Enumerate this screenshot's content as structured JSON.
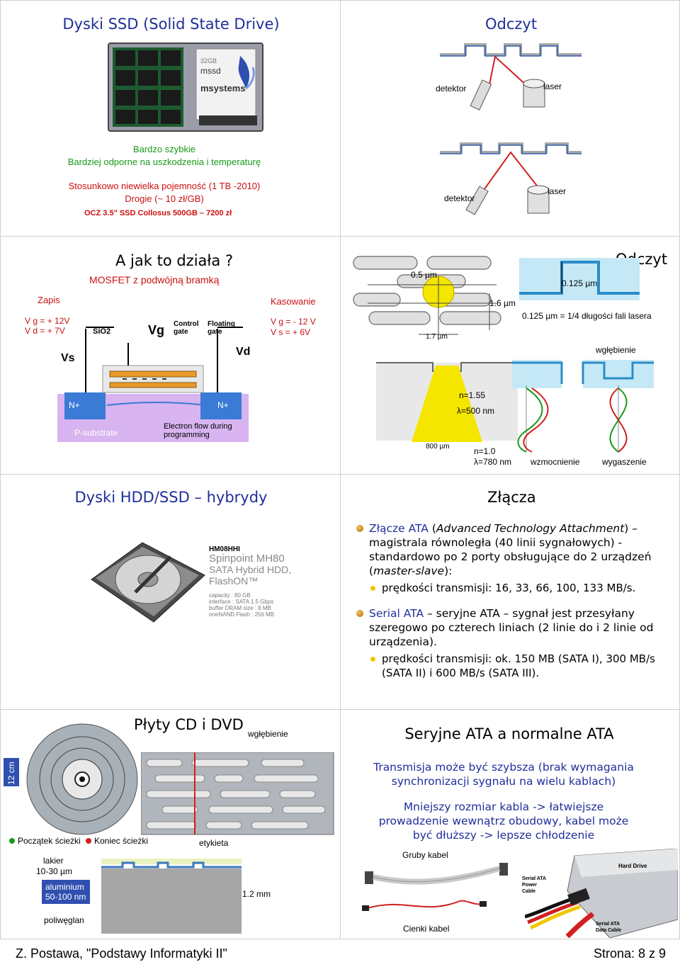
{
  "panel1": {
    "title": "Dyski SSD (Solid State Drive)",
    "disk_brand": "msystems",
    "disk_model": "mssd",
    "disk_capacity": "32GB",
    "line1": "Bardzo szybkie",
    "line2": "Bardziej odporne na uszkodzenia i temperaturę",
    "line3": "Stosunkowo niewielka pojemność (1 TB -2010)",
    "line4": "Drogie (~ 10 zł/GB)",
    "line5": "OCZ 3.5\" SSD Collosus 500GB – 7200 zł"
  },
  "panel2": {
    "title": "Odczyt",
    "detector1": "detektor",
    "laser1": "laser",
    "detector2": "detektor",
    "laser2": "laser"
  },
  "panel3": {
    "title": "A jak to działa ?",
    "subtitle": "MOSFET z podwójną bramką",
    "write_label": "Zapis",
    "write_vg": "V g = + 12V",
    "write_vd": "V d = + 7V",
    "erase_label": "Kasowanie",
    "erase_vg": "V g = - 12 V",
    "erase_vs": "V s = + 6V",
    "vs": "Vs",
    "vg": "Vg",
    "vd": "Vd",
    "sio2": "SiO2",
    "control_gate": "Control gate",
    "floating_gate": "Floating gate",
    "n1": "N+",
    "n2": "N+",
    "substrate": "P-substrate",
    "electron_flow": "Electron flow during programming"
  },
  "panel4": {
    "title": "Odczyt",
    "dim1": "0.5 µm",
    "dim2": "1.6 µm",
    "dim3": "1.7 µm",
    "dim4": "0.125 µm",
    "dim_note": "0.125 µm = 1/4 długości fali lasera",
    "pit": "wgłębienie",
    "n155": "n=1.55",
    "lambda500": "λ=500 nm",
    "width800": "800 µm",
    "n10": "n=1.0",
    "lambda780": "λ=780 nm",
    "amplify": "wzmocnienie",
    "cancel": "wygaszenie"
  },
  "panel5": {
    "title": "Dyski HDD/SSD – hybrydy",
    "model_code": "HM08HHI",
    "model_name1": "Spinpoint MH80",
    "model_name2": "SATA Hybrid HDD,",
    "model_name3": "FlashON™",
    "spec1": "capacity : 80 GB",
    "spec2": "interface : SATA 1.5 Gbps",
    "spec3": "buffer DRAM size : 8 MB",
    "spec4": "oneNAND Flash : 256 MB"
  },
  "panel6": {
    "title": "Złącza",
    "ata_name": "Złącze ATA",
    "ata_paren_open": " (",
    "ata_full": "Advanced Technology Attachment",
    "ata_paren_close": ") –",
    "ata_text1": "magistrala równoległa (40 linii sygnałowych) - standardowo po 2 porty obsługujące do 2 urządzeń (",
    "ata_ms": "master-slave",
    "ata_text2": "):",
    "ata_speed": "prędkości transmisji: 16, 33, 66, 100, 133 MB/s.",
    "sata_name": "Serial ATA",
    "sata_text": " – seryjne ATA – sygnał jest przesyłany szeregowo po czterech liniach (2 linie do i 2 linie od urządzenia).",
    "sata_speed": "prędkości transmisji: ok. 150 MB (SATA I), 300 MB/s (SATA II) i 600 MB/s (SATA III)."
  },
  "panel7": {
    "title": "Płyty CD i DVD",
    "pit": "wgłębienie",
    "size": "12 cm",
    "track_start": "Początek ścieżki",
    "track_end": "Koniec ścieżki",
    "label": "etykieta",
    "lacquer": "lakier",
    "lacquer_size": "10-30 µm",
    "aluminium": "aluminium",
    "aluminium_size": "50-100 nm",
    "thickness": "1.2 mm",
    "polycarbonate": "poliwęglan"
  },
  "panel8": {
    "title": "Seryjne ATA a normalne ATA",
    "para1": "Transmisja może być szybsza (brak wymagania synchronizacji sygnału na wielu kablach)",
    "para2": "Mniejszy rozmiar kabla -> łatwiejsze prowadzenie wewnątrz obudowy, kabel może być dłuższy -> lepsze chłodzenie",
    "thick_cable": "Gruby kabel",
    "thin_cable": "Cienki kabel",
    "hard_drive": "Hard Drive",
    "power_cable": "Serial ATA Power Cable",
    "data_cable": "Serial ATA Data Cable"
  },
  "footer": {
    "left": "Z. Postawa, \"Podstawy Informatyki II\"",
    "right": "Strona: 8 z 9"
  }
}
